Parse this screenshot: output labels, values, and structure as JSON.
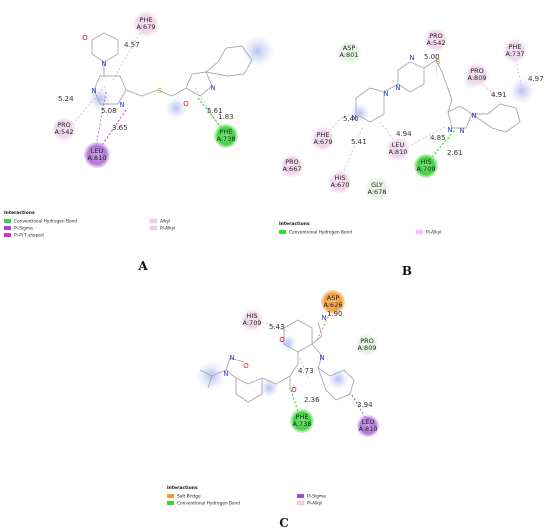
{
  "panels": {
    "A": {
      "label": "A",
      "residues": [
        {
          "name": "PHE",
          "num": "A:679",
          "color": "#f0d4ec",
          "textColor": "#222"
        },
        {
          "name": "PRO",
          "num": "A:542",
          "color": "#f0d4ec",
          "textColor": "#222"
        },
        {
          "name": "LEU",
          "num": "A:810",
          "color": "#b77ad6",
          "textColor": "#222"
        },
        {
          "name": "PHE",
          "num": "A:738",
          "color": "#4cd64c",
          "textColor": "#222"
        }
      ],
      "distances": [
        "4.57",
        "5.24",
        "5.08",
        "3.65",
        "5.61",
        "1.83"
      ],
      "atoms": {
        "o": "O",
        "n1": "N",
        "n2": "N",
        "n3": "N",
        "s": "S",
        "o2": "O",
        "n4": "N"
      },
      "legend": {
        "title": "Interactions",
        "items": [
          {
            "label": "Conventional Hydrogen Bond",
            "color": "#37d737"
          },
          {
            "label": "Pi-Sigma",
            "color": "#9a4fd0"
          },
          {
            "label": "Pi-Pi T-shaped",
            "color": "#d53ab4"
          },
          {
            "label": "Alkyl",
            "color": "#f2cdef"
          },
          {
            "label": "Pi-Alkyl",
            "color": "#f2cdef"
          }
        ]
      }
    },
    "B": {
      "label": "B",
      "residues": [
        {
          "name": "ASP",
          "num": "A:801",
          "color": "#e5f5e2"
        },
        {
          "name": "PRO",
          "num": "A:542",
          "color": "#f0d4ec"
        },
        {
          "name": "PHE",
          "num": "A:737",
          "color": "#f0d4ec"
        },
        {
          "name": "PRO",
          "num": "A:809",
          "color": "#f0d4ec"
        },
        {
          "name": "PHE",
          "num": "A:679",
          "color": "#f0d4ec"
        },
        {
          "name": "PRO",
          "num": "A:667",
          "color": "#f0d4ec"
        },
        {
          "name": "HIS",
          "num": "A:670",
          "color": "#f0d4ec"
        },
        {
          "name": "LEU",
          "num": "A:810",
          "color": "#f0d4ec"
        },
        {
          "name": "GLY",
          "num": "A:678",
          "color": "#e5f5e2"
        },
        {
          "name": "HIS",
          "num": "A:709",
          "color": "#4cd64c"
        }
      ],
      "distances": [
        "5.00",
        "4.91",
        "4.97",
        "5.40",
        "4.94",
        "5.41",
        "4.85",
        "2.61"
      ],
      "atoms": {
        "n1": "N",
        "n2": "N",
        "n3": "N",
        "n4": "N",
        "n5": "N",
        "n6": "N",
        "n7": "N",
        "s": "S"
      },
      "legend": {
        "title": "Interactions",
        "items": [
          {
            "label": "Conventional Hydrogen Bond",
            "color": "#37d737"
          },
          {
            "label": "Pi-Alkyl",
            "color": "#f2cdef"
          }
        ]
      }
    },
    "C": {
      "label": "C",
      "residues": [
        {
          "name": "ASP",
          "num": "A:626",
          "color": "#f0a03c"
        },
        {
          "name": "HIS",
          "num": "A:709",
          "color": "#f0d4ec"
        },
        {
          "name": "PRO",
          "num": "A:809",
          "color": "#e5f5e2"
        },
        {
          "name": "PHE",
          "num": "A:738",
          "color": "#4cd64c"
        },
        {
          "name": "LEU",
          "num": "A:810",
          "color": "#c68ee0"
        }
      ],
      "distances": [
        "1.90",
        "5.43",
        "4.73",
        "2.36",
        "3.94"
      ],
      "atoms": {
        "n1": "N",
        "o1": "O",
        "n2": "N",
        "o2": "O",
        "n3": "N",
        "o3": "O",
        "n4": "N"
      },
      "legend": {
        "title": "Interactions",
        "items": [
          {
            "label": "Salt Bridge",
            "color": "#ef9b33"
          },
          {
            "label": "Conventional Hydrogen Bond",
            "color": "#37d737"
          },
          {
            "label": "Pi-Sigma",
            "color": "#9a4fd0"
          },
          {
            "label": "Pi-Alkyl",
            "color": "#f2cdef"
          }
        ]
      }
    }
  }
}
